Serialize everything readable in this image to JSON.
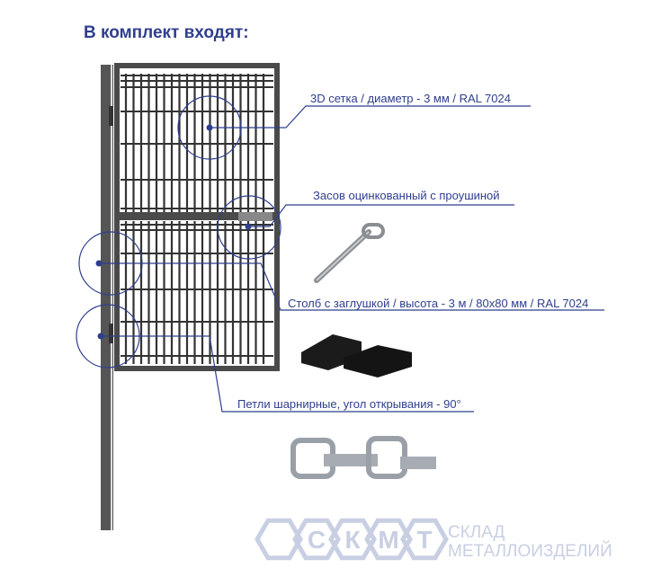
{
  "title": "В комплект входят:",
  "callouts": [
    {
      "label": "3D сетка / диаметр - 3 мм / RAL 7024"
    },
    {
      "label": "Засов оцинкованный с проушиной"
    },
    {
      "label": "Столб с заглушкой / высота - 3 м / 80x80 мм / RAL 7024"
    },
    {
      "label": "Петли шарнирные, угол открывания - 90°"
    }
  ],
  "logo": {
    "letters": [
      "С",
      "К",
      "М",
      "Т"
    ],
    "line1": "СКЛАД",
    "line2": "МЕТАЛЛОИЗДЕЛИЙ"
  },
  "colors": {
    "accent": "#2f3f8e",
    "frame": "#4a4a4a",
    "logo": "#c9cfe3"
  }
}
